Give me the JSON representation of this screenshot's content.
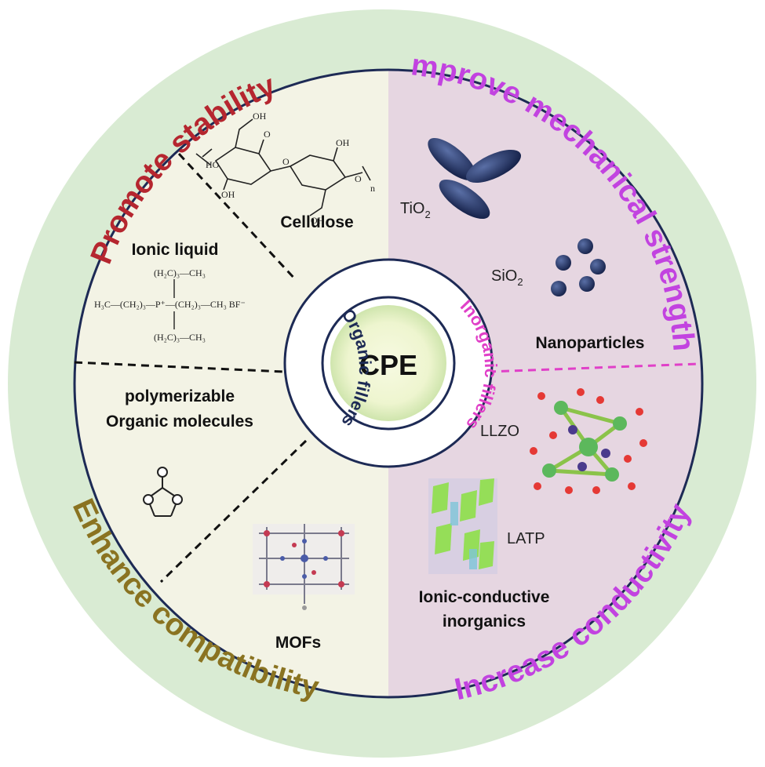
{
  "center": {
    "label": "CPE"
  },
  "ring": {
    "organic": "Organic fillers",
    "inorganic": "Inorganic fillers"
  },
  "outer": {
    "promote_stability": "Promote stability",
    "improve_mechanical": "Improve mechanical strength",
    "enhance_compat": "Enhance compatibility",
    "increase_cond": "Increase conductivity"
  },
  "organic": {
    "cellulose": "Cellulose",
    "ionic_liquid": "Ionic liquid",
    "polymerizable_1": "polymerizable",
    "polymerizable_2": "Organic molecules",
    "mofs": "MOFs"
  },
  "inorganic": {
    "tio2": "TiO",
    "tio2_sub": "2",
    "sio2": "SiO",
    "sio2_sub": "2",
    "nanoparticles": "Nanoparticles",
    "llzo": "LLZO",
    "latp": "LATP",
    "ionic_cond_1": "Ionic-conductive",
    "ionic_cond_2": "inorganics"
  },
  "colors": {
    "outer_ring": "#d9ebd3",
    "organic_bg": "#f2f2e3",
    "inorganic_bg": "#e6d6e1",
    "promote": "#b5262f",
    "improve": "#c243e0",
    "enhance": "#8a7321",
    "increase": "#c243e0",
    "inorganic_text": "#e040c8",
    "navy": "#1d2a55"
  }
}
